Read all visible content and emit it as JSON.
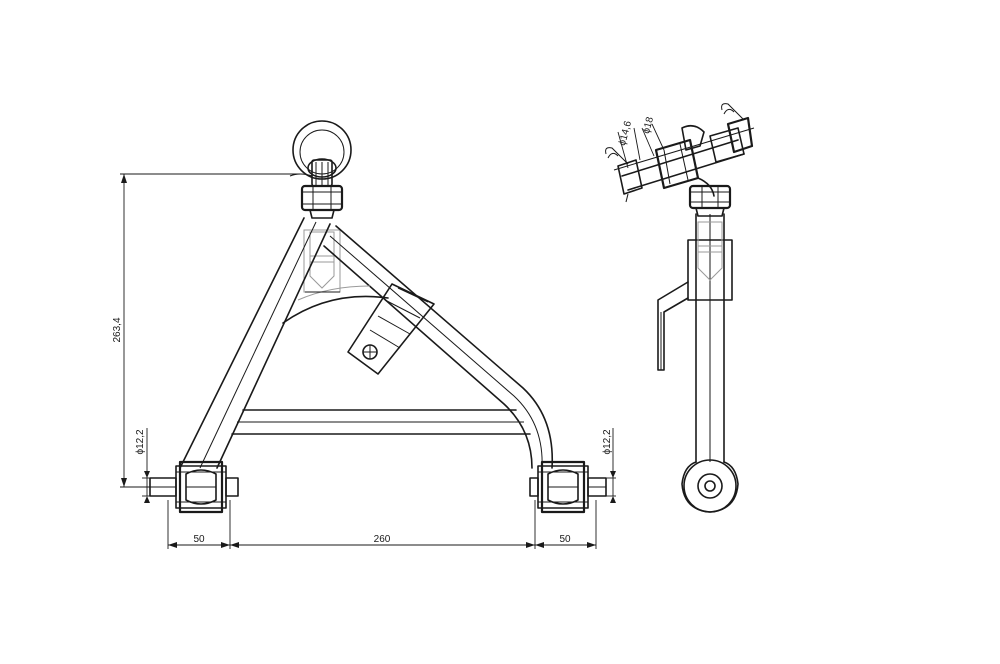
{
  "dimensions": {
    "height": "263,4",
    "left_diameter": "ϕ12,2",
    "right_diameter": "ϕ12,2",
    "left_offset": "50",
    "span": "260",
    "right_offset": "50",
    "diameter_small": "ϕ14,6",
    "diameter_large": "ϕ18"
  },
  "colors": {
    "line": "#1a1a1a",
    "hidden": "#9a9a9a",
    "background": "#ffffff"
  }
}
